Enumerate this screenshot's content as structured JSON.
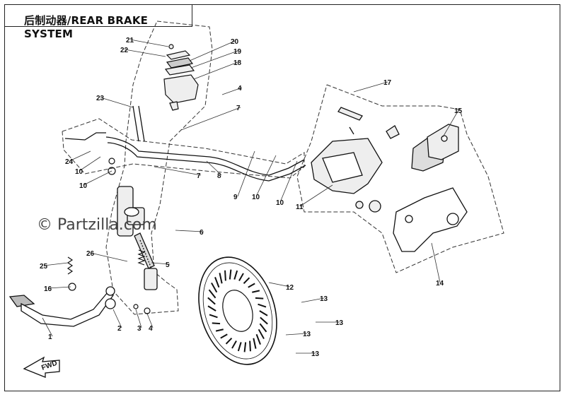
{
  "header": {
    "title": "后制动器/REAR BRAKE SYSTEM"
  },
  "watermark": "© Partzilla.com",
  "direction_arrow": {
    "label": "FWD"
  },
  "callouts": [
    {
      "id": "c1",
      "text": "1"
    },
    {
      "id": "c2",
      "text": "2"
    },
    {
      "id": "c3",
      "text": "3"
    },
    {
      "id": "c4a",
      "text": "4"
    },
    {
      "id": "c4b",
      "text": "4"
    },
    {
      "id": "c5",
      "text": "5"
    },
    {
      "id": "c6",
      "text": "6"
    },
    {
      "id": "c7a",
      "text": "7"
    },
    {
      "id": "c7b",
      "text": "7"
    },
    {
      "id": "c8",
      "text": "8"
    },
    {
      "id": "c9",
      "text": "9"
    },
    {
      "id": "c10a",
      "text": "10"
    },
    {
      "id": "c10b",
      "text": "10"
    },
    {
      "id": "c10c",
      "text": "10"
    },
    {
      "id": "c10d",
      "text": "10"
    },
    {
      "id": "c11",
      "text": "11"
    },
    {
      "id": "c12",
      "text": "12"
    },
    {
      "id": "c13a",
      "text": "13"
    },
    {
      "id": "c13b",
      "text": "13"
    },
    {
      "id": "c13c",
      "text": "13"
    },
    {
      "id": "c13d",
      "text": "13"
    },
    {
      "id": "c14",
      "text": "14"
    },
    {
      "id": "c15",
      "text": "15"
    },
    {
      "id": "c16",
      "text": "16"
    },
    {
      "id": "c17",
      "text": "17"
    },
    {
      "id": "c18",
      "text": "18"
    },
    {
      "id": "c19",
      "text": "19"
    },
    {
      "id": "c20",
      "text": "20"
    },
    {
      "id": "c21",
      "text": "21"
    },
    {
      "id": "c22",
      "text": "22"
    },
    {
      "id": "c23",
      "text": "23"
    },
    {
      "id": "c24",
      "text": "24"
    },
    {
      "id": "c25",
      "text": "25"
    },
    {
      "id": "c26",
      "text": "26"
    }
  ]
}
